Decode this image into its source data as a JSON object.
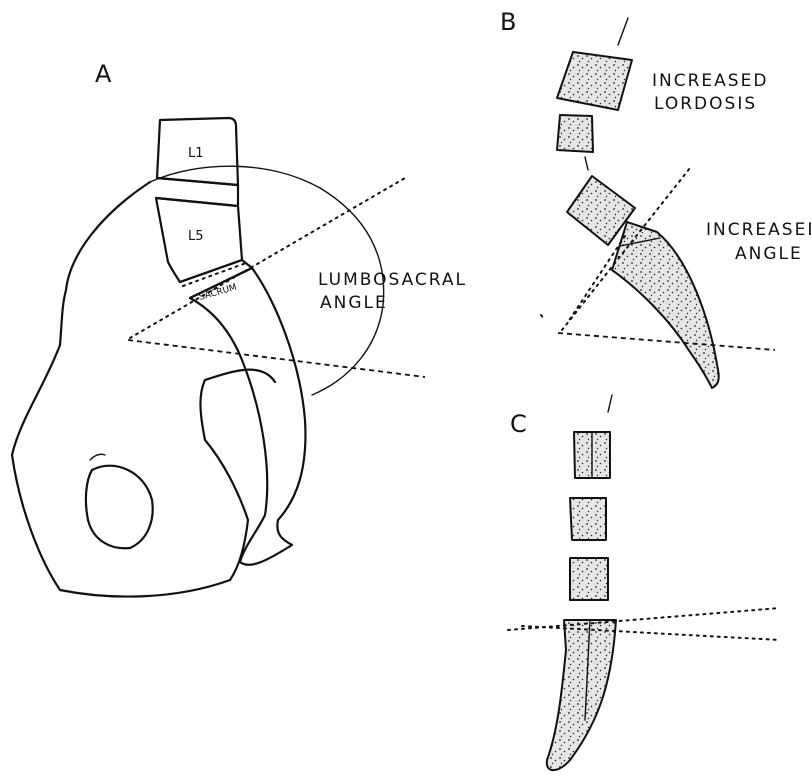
{
  "panels": {
    "a": {
      "letter": "A",
      "vertebra_top": "L1",
      "vertebra_mid": "L5",
      "sacrum": "SACRUM",
      "angle_label": [
        "LUMBOSACRAL",
        "ANGLE"
      ]
    },
    "b": {
      "letter": "B",
      "lordosis_label": [
        "INCREASED",
        "LORDOSIS"
      ],
      "angle_label": [
        "INCREASED",
        "ANGLE"
      ]
    },
    "c": {
      "letter": "C"
    }
  }
}
